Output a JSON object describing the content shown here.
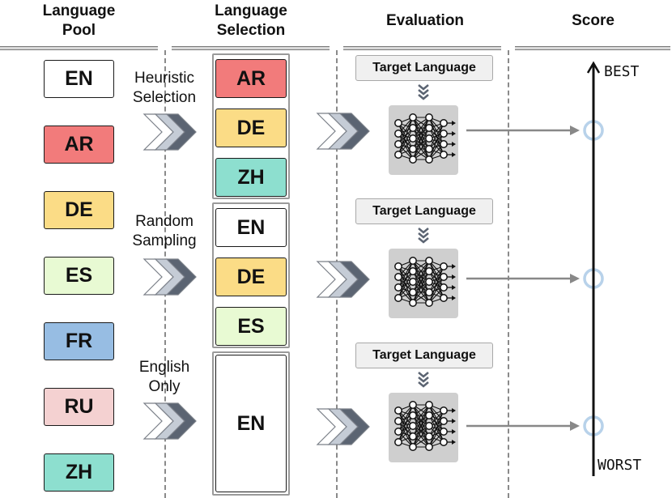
{
  "headers": {
    "language_pool": "Language\nPool",
    "language_selection": "Language\nSelection",
    "evaluation": "Evaluation",
    "score": "Score"
  },
  "language_pool": [
    {
      "code": "EN",
      "color": "#ffffff"
    },
    {
      "code": "AR",
      "color": "#f27b7b"
    },
    {
      "code": "DE",
      "color": "#fbdc86"
    },
    {
      "code": "ES",
      "color": "#e8fad3"
    },
    {
      "code": "FR",
      "color": "#97bde3"
    },
    {
      "code": "RU",
      "color": "#f4d1d1"
    },
    {
      "code": "ZH",
      "color": "#8ddfcf"
    }
  ],
  "methods": [
    {
      "label": "Heuristic\nSelection",
      "languages": [
        {
          "code": "AR",
          "color": "#f27b7b"
        },
        {
          "code": "DE",
          "color": "#fbdc86"
        },
        {
          "code": "ZH",
          "color": "#8ddfcf"
        }
      ]
    },
    {
      "label": "Random\nSampling",
      "languages": [
        {
          "code": "EN",
          "color": "#ffffff"
        },
        {
          "code": "DE",
          "color": "#fbdc86"
        },
        {
          "code": "ES",
          "color": "#e8fad3"
        }
      ]
    },
    {
      "label": "English\nOnly",
      "languages": [
        {
          "code": "EN",
          "color": "#ffffff"
        }
      ]
    }
  ],
  "evaluation": {
    "target_label": "Target Language",
    "icon": "neural-network-icon"
  },
  "score": {
    "best_label": "BEST",
    "worst_label": "WORST",
    "scores": [
      "best",
      "middle",
      "worst"
    ]
  },
  "colors": {
    "arrow": "#888888",
    "chevron_dark": "#5b6472",
    "score_circle": "#b8d2ea"
  }
}
